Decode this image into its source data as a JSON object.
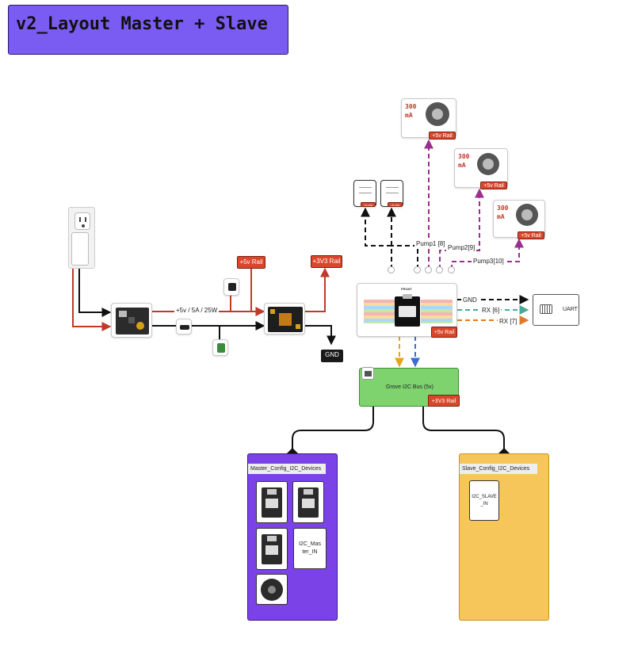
{
  "title": "v2_Layout Master + Slave",
  "pumps": [
    {
      "current": "300\nmA",
      "rail": "+5v Rail"
    },
    {
      "current": "300\nmA",
      "rail": "+5v Rail"
    },
    {
      "current": "300\nmA",
      "rail": "+5v Rail"
    }
  ],
  "sensors": [
    {
      "rail": "+5v Rail"
    },
    {
      "rail": "+5v Rail"
    }
  ],
  "signal_labels": {
    "pump1": "Pump1 [8]",
    "pump2": "Pump2[9]",
    "pump3": "Pump3[10]",
    "gnd": "GND",
    "rx6": "RX [6]",
    "rx7": "RX [7]"
  },
  "power": {
    "line_label": "+5v / 5A / 25W",
    "rail_5v": "+5v Rail",
    "rail_3v3": "+3V3 Rail",
    "gnd": "GND"
  },
  "mcu": {
    "front_label": "FRONT",
    "rail": "+5v Rail"
  },
  "uart": {
    "label": "UART"
  },
  "grove": {
    "label": "Grove I2C Bus (5x)",
    "rail": "+3V3 Rail"
  },
  "master": {
    "label": "Master_Config_I2C_Devices",
    "node": "I2C_Mas\nter_IN"
  },
  "slave": {
    "label": "Slave_Config_I2C_Devices",
    "node": "I2C_SLAVE\n_IN"
  },
  "colors": {
    "title_bg": "#7b5cf2",
    "power_red": "#c0392b",
    "wire_black": "#111111",
    "pump_magenta": "#9b2f8f",
    "rx6_teal": "#4aa89a",
    "rx7_orange": "#e07a2b",
    "i2c_yellow": "#e8a317",
    "i2c_blue": "#3a6fd0",
    "grove_green": "#7ed36f",
    "master_purple": "#7b42e8",
    "slave_yellow": "#f6c65b"
  }
}
